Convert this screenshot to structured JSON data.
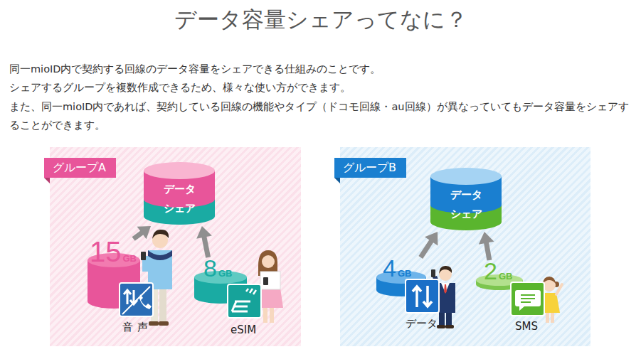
{
  "diagram": {
    "title": "データ容量シェアってなに？",
    "nodes": [
      {
        "text": [
          "グループA"
        ]
      },
      {
        "text": [
          "データ",
          "シェア"
        ],
        "in": 0
      },
      {
        "text": [
          "15",
          "GB"
        ],
        "in": 0
      },
      {
        "text": [
          "8",
          "GB"
        ],
        "in": 0
      },
      {
        "text": [
          "グループB"
        ]
      },
      {
        "text": [
          "データ",
          "シェア"
        ],
        "in": 4
      },
      {
        "text": [
          "4",
          "GB"
        ],
        "in": 4
      },
      {
        "text": [
          "2",
          "GB"
        ],
        "in": 4
      }
    ],
    "edges": [
      {
        "from": 2,
        "to": 1,
        "arrow": "to"
      },
      {
        "from": 3,
        "to": 1,
        "arrow": "to"
      },
      {
        "from": 6,
        "to": 5,
        "arrow": "to"
      },
      {
        "from": 7,
        "to": 5,
        "arrow": "to"
      }
    ],
    "labels": [
      "同一mioID内で契約する回線のデータ容量をシェアできる仕組みのことです。",
      "シェアするグループを複数作成できるため、様々な使い方ができます。",
      "また、同一mioID内であれば、契約している回線の機能やタイプ（ドコモ回線・au回線）が異なっていてもデータ容量をシェアすることができます。",
      "音声",
      "eSIM",
      "データ",
      "SMS"
    ]
  }
}
